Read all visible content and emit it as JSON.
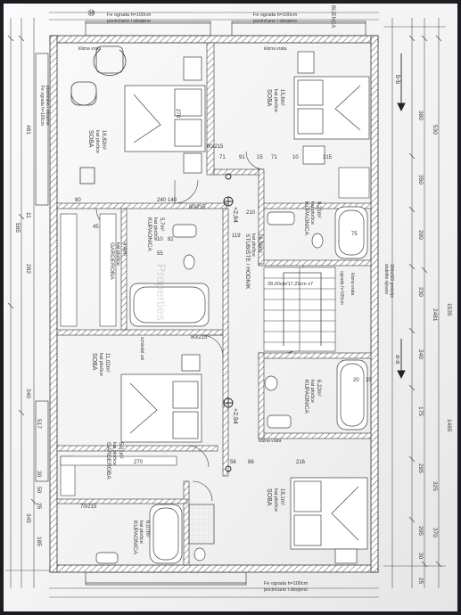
{
  "rooms": [
    {
      "id": "soba1",
      "name": "SOBA",
      "sub": "kat pločice",
      "area": "16,82m²"
    },
    {
      "id": "soba2",
      "name": "SOBA",
      "sub": "kat pločice",
      "area": "15,6m²"
    },
    {
      "id": "kup1",
      "name": "KUPAONICA",
      "sub": "kat pločice",
      "area": "8,21m²"
    },
    {
      "id": "kup2",
      "name": "KUPAONICA",
      "sub": "kat pločice",
      "area": "5,7m²"
    },
    {
      "id": "gard1",
      "name": "GARDEROBA",
      "sub": "kat pločice",
      "area": "4,4m²"
    },
    {
      "id": "hodnik",
      "name": "STUBIŠTE / HODNIK",
      "sub": "kat pločice",
      "area": "16,59m²"
    },
    {
      "id": "soba3",
      "name": "SOBA",
      "sub": "kat pločice",
      "area": "11,02m²"
    },
    {
      "id": "kup3",
      "name": "KUPAONICA",
      "sub": "kat pločice",
      "area": "6,22m²"
    },
    {
      "id": "gard2",
      "name": "GARDEROBA",
      "sub": "kat pločice",
      "area": "5,01m²"
    },
    {
      "id": "kup4",
      "name": "KUPAONICA",
      "sub": "kat pločice",
      "area": "6,07m²"
    },
    {
      "id": "soba4",
      "name": "SOBA",
      "sub": "kat pločice",
      "area": "18,1m²"
    }
  ],
  "notes": {
    "ograda_top_left": "Fe ograda h=100cm",
    "ograda_top_left2": "pocinčano i obojeno",
    "ograda_top_right": "Fe ograda h=100cm",
    "ograda_top_right2": "pocinčano i obojeno",
    "ograda_left": "Fe ograda h=100cm",
    "ograda_left2": "pocinčano i obojeno",
    "ograda_bottom": "Fe ograda h=100cm",
    "ograda_bottom2": "pocinčano i obojeno",
    "stairs": "28,00cm/17,29cm x7",
    "stair_rail": "ograda h=100cm",
    "stair_side": "stubište vijkano",
    "stair_side2": "300x320 pročelje",
    "level1": "+2,94",
    "level2": "+2,94",
    "section_top": "b-b",
    "section_mid": "a-a",
    "circle": "⑩",
    "top_right_label": "BIJENCA",
    "sliding": "klizna vrata",
    "sliding2": "klizna vrata",
    "sliding3": "klizna vrata",
    "sliding4": "klizna vrata",
    "hall": "schiedel uni",
    "watermark": "Properties"
  },
  "dims_inner": [
    "270",
    "80/215",
    "71",
    "91",
    "15",
    "71",
    "10",
    "215",
    "140",
    "80",
    "240",
    "80/215",
    "210",
    "119",
    "45",
    "10",
    "82",
    "55",
    "80/215",
    "270",
    "56",
    "86",
    "216",
    "70/215",
    "20",
    "35",
    "75"
  ],
  "dims_right": [
    "1535",
    "530",
    "380",
    "350",
    "200",
    "230",
    "2481",
    "240",
    "175",
    "295",
    "325",
    "205",
    "30",
    "370",
    "25",
    "1465"
  ],
  "dims_left": [
    "481",
    "11",
    "282",
    "565",
    "517",
    "340",
    "345",
    "30",
    "50",
    "25",
    "185"
  ]
}
